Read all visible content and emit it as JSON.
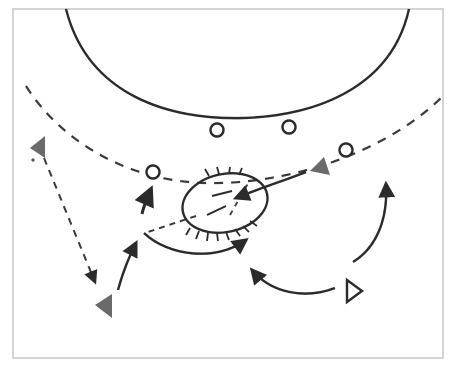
{
  "diagram": {
    "type": "basketball-play-diagram",
    "colors": {
      "frame": "#d4d4d4",
      "ink": "#2b2b2b",
      "dashed": "#3a3a3a",
      "marker_fill": "#6a6a6a"
    },
    "players": {
      "offense": [
        "offense-player-1",
        "offense-player-2",
        "offense-player-3",
        "offense-player-4",
        "offense-player-5"
      ],
      "defense": [
        "defender-low-post",
        "defender-left-wing",
        "defender-left-corner",
        "defender-right-wing",
        "defender-right-block"
      ]
    },
    "icons": [
      "circle-marker",
      "triangle-marker",
      "ball-screen-ellipse",
      "pass-arrow-dashed",
      "cut-arrow-solid"
    ]
  }
}
